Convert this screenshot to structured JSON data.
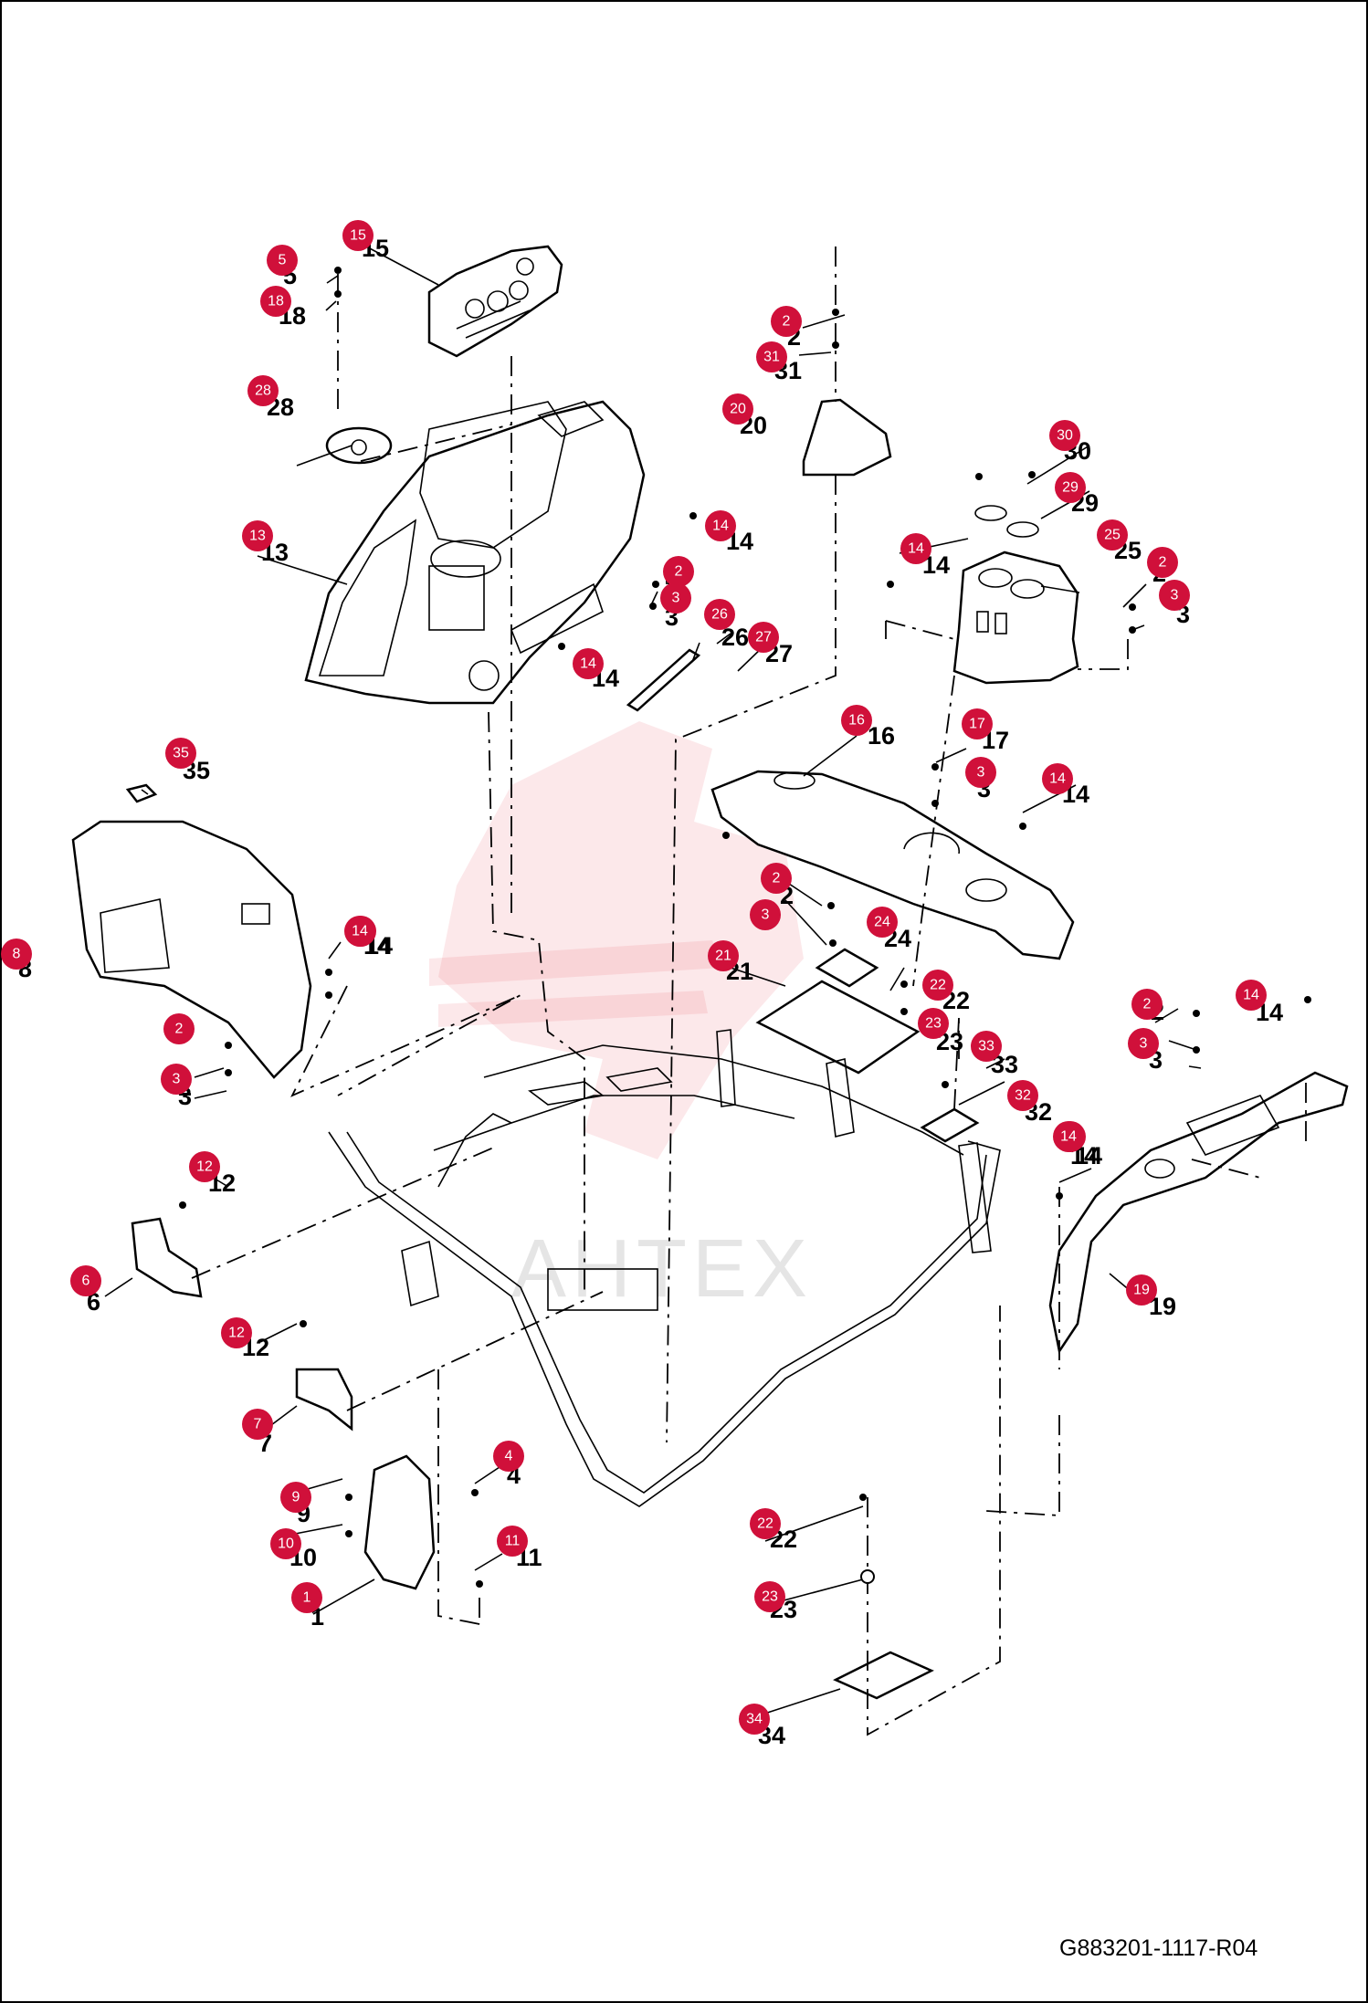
{
  "drawing_code": "G883201-1117-R04",
  "watermark_text": "AHTEX",
  "colors": {
    "callout": "#d0103a",
    "line": "#000000",
    "watermark": "#e84a5f"
  },
  "callouts": [
    {
      "num": "15",
      "label": "15"
    },
    {
      "num": "5",
      "label": "5"
    },
    {
      "num": "18",
      "label": "18"
    },
    {
      "num": "28",
      "label": "28"
    },
    {
      "num": "13",
      "label": "13"
    },
    {
      "num": "2",
      "label": "2"
    },
    {
      "num": "31",
      "label": "31"
    },
    {
      "num": "20",
      "label": "20"
    },
    {
      "num": "30",
      "label": "30"
    },
    {
      "num": "29",
      "label": "29"
    },
    {
      "num": "14",
      "label": "14"
    },
    {
      "num": "25",
      "label": "25"
    },
    {
      "num": "2",
      "label": "2"
    },
    {
      "num": "3",
      "label": "3"
    },
    {
      "num": "14",
      "label": "14"
    },
    {
      "num": "2",
      "label": "2"
    },
    {
      "num": "3",
      "label": "3"
    },
    {
      "num": "26",
      "label": "26"
    },
    {
      "num": "27",
      "label": "27"
    },
    {
      "num": "14",
      "label": "14"
    },
    {
      "num": "16",
      "label": "16"
    },
    {
      "num": "17",
      "label": "17"
    },
    {
      "num": "3",
      "label": "3"
    },
    {
      "num": "14",
      "label": "14"
    },
    {
      "num": "35",
      "label": "35"
    },
    {
      "num": "14",
      "label": "14"
    },
    {
      "num": "2",
      "label": "2"
    },
    {
      "num": "3",
      "label": "3"
    },
    {
      "num": "24",
      "label": "24"
    },
    {
      "num": "21",
      "label": "21"
    },
    {
      "num": "22",
      "label": "22"
    },
    {
      "num": "23",
      "label": "23"
    },
    {
      "num": "8",
      "label": "8"
    },
    {
      "num": "14",
      "label": "14"
    },
    {
      "num": "2",
      "label": "2"
    },
    {
      "num": "3",
      "label": "3"
    },
    {
      "num": "33",
      "label": "33"
    },
    {
      "num": "2",
      "label": "2"
    },
    {
      "num": "3",
      "label": "3"
    },
    {
      "num": "14",
      "label": "14"
    },
    {
      "num": "32",
      "label": "32"
    },
    {
      "num": "14",
      "label": "14"
    },
    {
      "num": "12",
      "label": "12"
    },
    {
      "num": "6",
      "label": "6"
    },
    {
      "num": "19",
      "label": "19"
    },
    {
      "num": "12",
      "label": "12"
    },
    {
      "num": "7",
      "label": "7"
    },
    {
      "num": "4",
      "label": "4"
    },
    {
      "num": "9",
      "label": "9"
    },
    {
      "num": "10",
      "label": "10"
    },
    {
      "num": "11",
      "label": "11"
    },
    {
      "num": "1",
      "label": "1"
    },
    {
      "num": "22",
      "label": "22"
    },
    {
      "num": "23",
      "label": "23"
    },
    {
      "num": "34",
      "label": "34"
    },
    {
      "num": "14",
      "label": "14"
    }
  ]
}
